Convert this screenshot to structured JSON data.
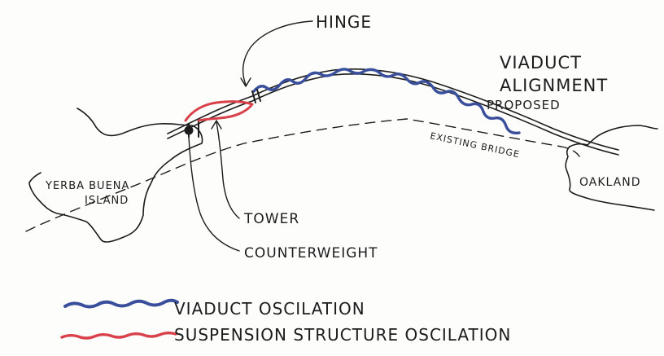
{
  "labels": {
    "hinge": "HINGE",
    "viaduct_line1": "VIADUCT",
    "viaduct_line2": "ALIGNMENT",
    "proposed": "PROPOSED",
    "existing_bridge": "EXISTING BRIDGE",
    "oakland": "OAKLAND",
    "yerba_buena_line1": "YERBA BUENA",
    "yerba_buena_line2": "ISLAND",
    "tower": "TOWER",
    "counterweight": "COUNTERWEIGHT"
  },
  "legend": {
    "viaduct": "VIADUCT OSCILATION",
    "suspension": "SUSPENSION STRUCTURE OSCILATION"
  },
  "colors": {
    "ink": "#1c1c1c",
    "viaduct_oscillation": "#3a4f9c",
    "suspension_oscillation": "#d8404a",
    "paper": "#fdfdfb"
  }
}
